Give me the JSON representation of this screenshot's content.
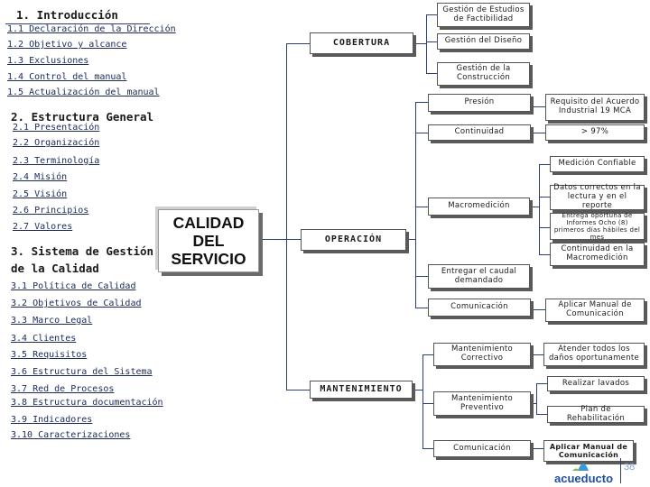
{
  "left_nav": {
    "section1": {
      "title": "1. Introducción",
      "items": [
        "1.1 Declaración de la Dirección",
        "1.2 Objetivo y alcance",
        "1.3 Exclusiones",
        "1.4 Control del  manual",
        "1.5 Actualización del manual"
      ]
    },
    "section2": {
      "title": "2. Estructura General",
      "items": [
        "2.1 Presentación",
        "2.2 Organización",
        "2.3 Terminología",
        "2.4 Misión",
        "2.5 Visión",
        "2.6 Principios",
        "2.7 Valores"
      ]
    },
    "section3": {
      "title_line1": "3. Sistema de Gestión",
      "title_line2": "de la Calidad",
      "items": [
        "3.1 Política  de Calidad",
        "3.2 Objetivos de Calidad",
        "3.3 Marco Legal",
        "3.4 Clientes",
        "3.5 Requisitos",
        "3.6 Estructura del Sistema",
        "3.7 Red de Procesos",
        "3.8 Estructura documentación",
        "3.9 Indicadores",
        "3.10 Caracterizaciones"
      ]
    }
  },
  "diagram": {
    "root": "CALIDAD DEL SERVICIO",
    "branches": {
      "cobertura": "COBERTURA",
      "operacion": "OPERACIÓN",
      "mantenimiento": "MANTENIMIENTO"
    },
    "cobertura_items": [
      "Gestión de Estudios de Factibilidad",
      "Gestión del Diseño",
      "Gestión de la Construcción"
    ],
    "operacion_items": {
      "presion": "Presión",
      "presion_req": "Requisito del Acuerdo Industrial 19 MCA",
      "continuidad": "Continuidad",
      "continuidad_req": "> 97%",
      "medicion": "Medición Confiable",
      "macromedicion": "Macromedición",
      "datos": "Datos correctos en la lectura y en el reporte",
      "entrega_informes": "Entrega oportuna de Informes Ocho (8) primeros días hábiles del mes",
      "continuidad_macro": "Continuidad en la Macromedición",
      "entregar_caudal": "Entregar el caudal demandado",
      "comunicacion": "Comunicación",
      "aplicar_manual": "Aplicar Manual de Comunicación"
    },
    "mantenimiento_items": {
      "correctivo": "Mantenimiento Correctivo",
      "atender": "Atender todos los daños oportunamente",
      "realizar_lavados": "Realizar lavados",
      "preventivo": "Mantenimiento Preventivo",
      "plan": "Plan de Rehabilitación",
      "comunicacion": "Comunicación",
      "aplicar_manual": "Aplicar Manual de Comunicación"
    }
  },
  "footer": {
    "logo_text": "acueducto",
    "page_number": "38"
  },
  "colors": {
    "line": "#2a3f7a",
    "nav_text": "#1a2a5a",
    "logo": "#1f4ea0"
  }
}
